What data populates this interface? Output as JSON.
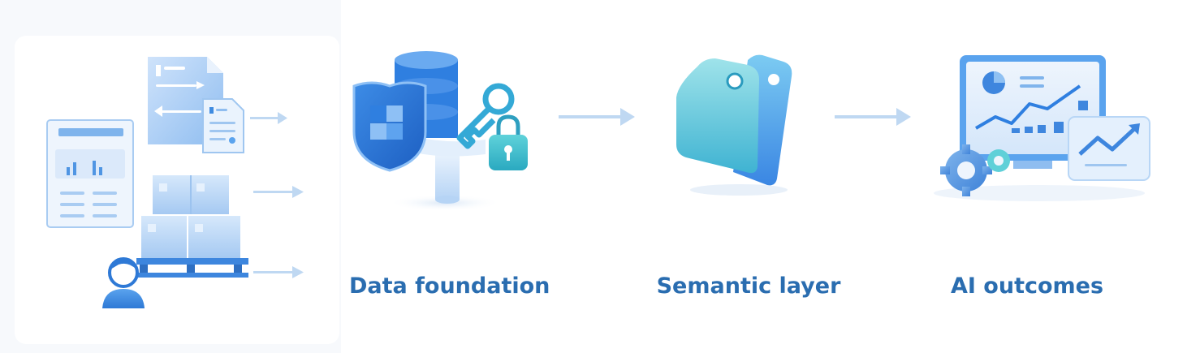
{
  "stages": [
    {
      "id": "data-foundation",
      "label": "Data foundation",
      "icons": [
        "shield-icon",
        "database-icon",
        "key-icon",
        "lock-icon"
      ]
    },
    {
      "id": "semantic-layer",
      "label": "Semantic layer",
      "icons": [
        "tag-icon"
      ]
    },
    {
      "id": "ai-outcomes",
      "label": "AI outcomes",
      "icons": [
        "monitor-dashboard-icon",
        "gear-icon",
        "trend-chart-icon"
      ]
    }
  ],
  "sources": {
    "icons": [
      "document-icon",
      "report-icon",
      "boxes-pallet-icon",
      "person-icon"
    ]
  },
  "colors": {
    "label": "#2a6db0",
    "accent_blue": "#2f7fe0",
    "light_blue": "#bcd9f7",
    "teal": "#5fd0d8",
    "arrow": "#bfd8f2"
  }
}
